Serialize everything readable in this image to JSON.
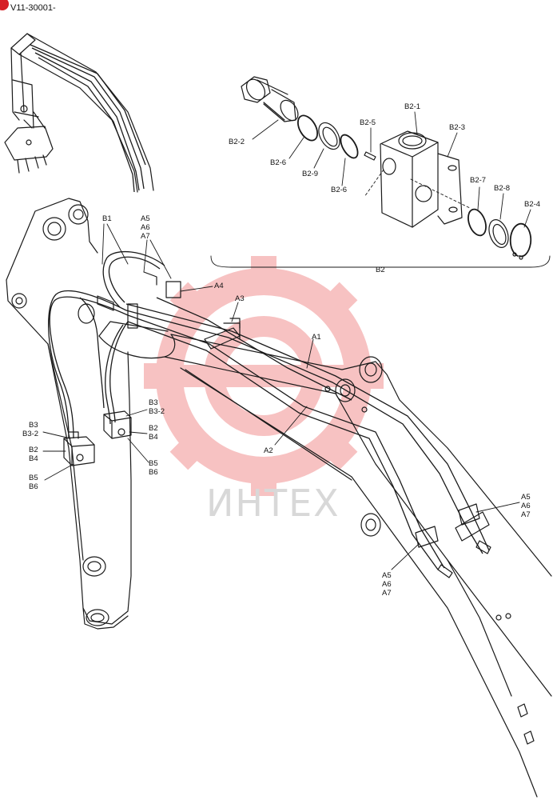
{
  "header": {
    "code": "V11-30001-",
    "badge_color": "#d61f26"
  },
  "watermark": {
    "text": "ИНТЕХ",
    "gear_color": "#f6b8b8",
    "text_color": "#d8d8d8"
  },
  "callouts": {
    "b2_1": "B2-1",
    "b2_2": "B2-2",
    "b2_3": "B2-3",
    "b2_4": "B2-4",
    "b2_5": "B2-5",
    "b2_6a": "B2-6",
    "b2_6b": "B2-6",
    "b2_7": "B2-7",
    "b2_8": "B2-8",
    "b2_9": "B2-9",
    "b2_group": "B2",
    "b1": "B1",
    "a5_top": "A5",
    "a6_top": "A6",
    "a7_top": "A7",
    "a4": "A4",
    "a3": "A3",
    "a1": "A1",
    "a2": "A2",
    "b3_left": "B3",
    "b3_2_left": "B3-2",
    "b2_left": "B2",
    "b4_left": "B4",
    "b5_left": "B5",
    "b6_left": "B6",
    "b3_mid": "B3",
    "b3_2_mid": "B3-2",
    "b2_mid": "B2",
    "b4_mid": "B4",
    "b5_mid": "B5",
    "b6_mid": "B6",
    "a5_right": "A5",
    "a6_right": "A6",
    "a7_right": "A7",
    "a5_bottom": "A5",
    "a6_bottom": "A6",
    "a7_bottom": "A7"
  }
}
